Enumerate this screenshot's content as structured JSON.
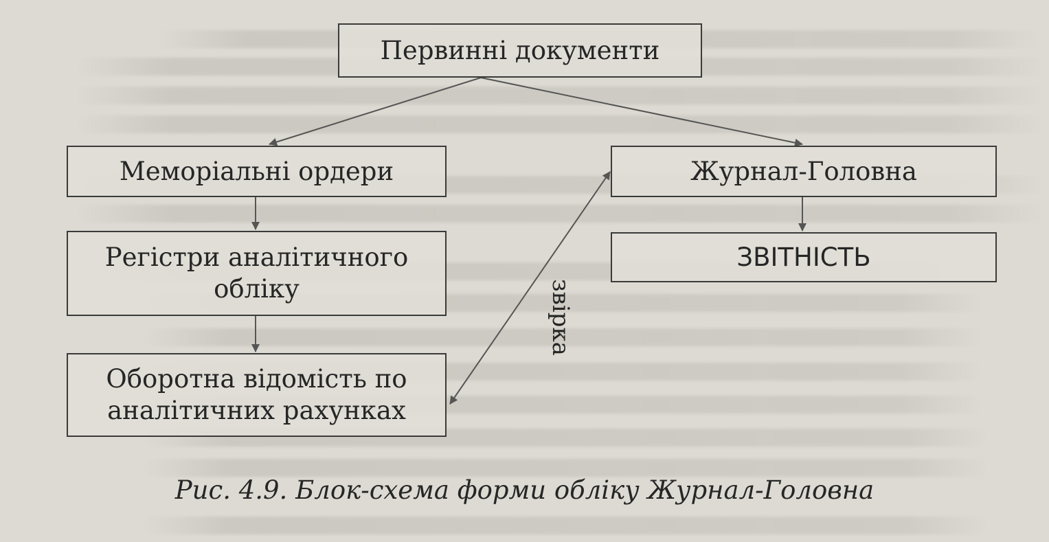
{
  "diagram": {
    "nodes": {
      "primary_documents": "Первинні документи",
      "memorial_orders": "Меморіальні ордери",
      "journal_main": "Журнал-Головна",
      "analytical_registers": [
        "Регістри аналітичного",
        "обліку"
      ],
      "reporting": "ЗВІТНІСТЬ",
      "turnover_statement": [
        "Оборотна відомість по",
        "аналітичних рахунках"
      ]
    },
    "edge_label": "звірка",
    "edges": [
      {
        "from": "primary_documents",
        "to": "memorial_orders"
      },
      {
        "from": "primary_documents",
        "to": "journal_main"
      },
      {
        "from": "memorial_orders",
        "to": "analytical_registers"
      },
      {
        "from": "analytical_registers",
        "to": "turnover_statement"
      },
      {
        "from": "journal_main",
        "to": "reporting"
      },
      {
        "from": "turnover_statement",
        "to": "journal_main",
        "bidirectional": true,
        "label": "звірка"
      }
    ]
  },
  "caption": "Рис. 4.9. Блок-схема форми обліку Журнал-Головна",
  "colors": {
    "paper": "#dcdad2",
    "ink": "#262626",
    "line": "#555555"
  }
}
